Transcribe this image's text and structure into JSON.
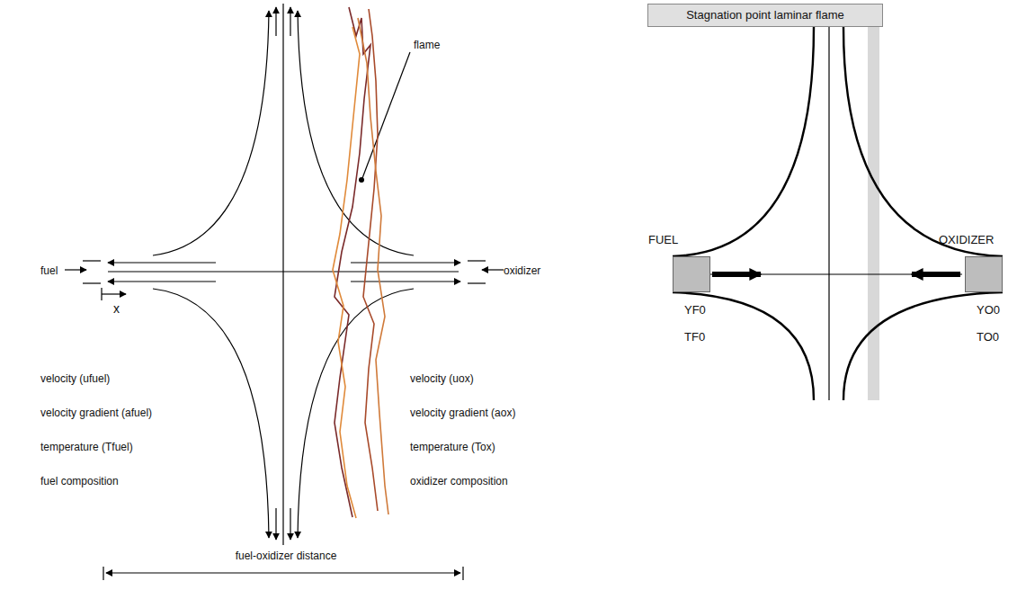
{
  "diagram": {
    "nodes": [
      {
        "text": [
          "Stagnation point laminar flame"
        ]
      },
      {
        "text": [
          "FUEL",
          "YF0",
          "TF0"
        ]
      },
      {
        "text": [
          "OXIDIZER",
          "YO0",
          "TO0"
        ]
      }
    ],
    "labels": [
      "flame",
      "fuel",
      "oxidizer",
      "x",
      "velocity (ufuel)",
      "velocity gradient (afuel)",
      "temperature (Tfuel)",
      "fuel composition",
      "velocity (uox)",
      "velocity gradient (aox)",
      "temperature (Tox)",
      "oxidizer composition",
      "fuel-oxidizer distance"
    ]
  }
}
